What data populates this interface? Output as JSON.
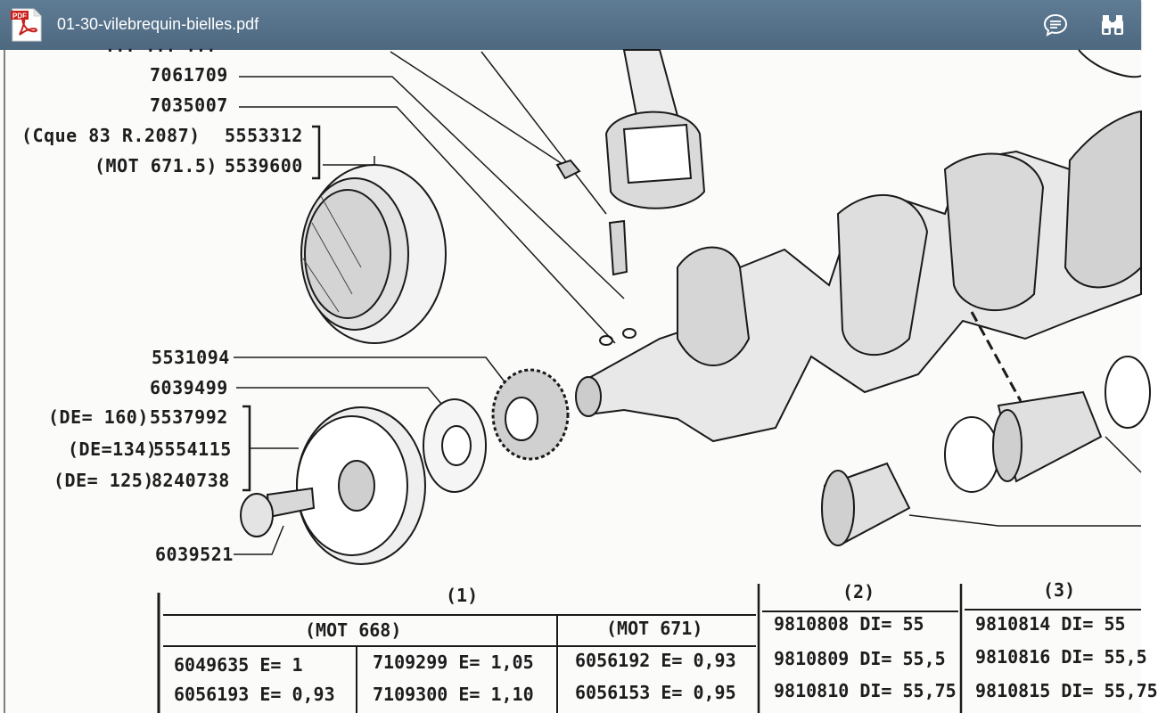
{
  "window": {
    "file_title": "01-30-vilebrequin-bielles.pdf",
    "app_icon": "pdf-file-icon",
    "toolbar_icons": [
      "comment-icon",
      "binoculars-search-icon"
    ]
  },
  "colors": {
    "toolbar": "#566f87",
    "ink": "#1d1d1d",
    "paper": "#fbfbfa",
    "pdf_red": "#c8201c"
  },
  "drawing": {
    "partial_top_label": "... ... ...",
    "labels": {
      "l1": "7061709",
      "l2": "7035007",
      "l3_note": "(Cque 83 R.2087)",
      "l3": "5553312",
      "l4_note": "(MOT 671.5)",
      "l4": "5539600",
      "l5": "5531094",
      "l6": "6039499",
      "l7_note": "(DE= 160)",
      "l7": "5537992",
      "l8_note": "(DE=134)",
      "l8": "5554115",
      "l9_note": "(DE= 125)",
      "l9": "8240738",
      "l10": "6039521"
    }
  },
  "table": {
    "h1": "(1)",
    "h2": "(2)",
    "h3": "(3)",
    "mot668": "(MOT 668)",
    "mot671": "(MOT 671)",
    "c1": [
      "6049635 E= 1",
      "6056193 E= 0,93"
    ],
    "c2": [
      "7109299 E= 1,05",
      "7109300 E= 1,10"
    ],
    "c3": [
      "6056192 E= 0,93",
      "6056153 E= 0,95"
    ],
    "c4": [
      "9810808 DI= 55",
      "9810809 DI= 55,5",
      "9810810 DI= 55,75"
    ],
    "c5": [
      "9810814 DI= 55",
      "9810816 DI= 55,5",
      "9810815 DI= 55,75"
    ]
  }
}
